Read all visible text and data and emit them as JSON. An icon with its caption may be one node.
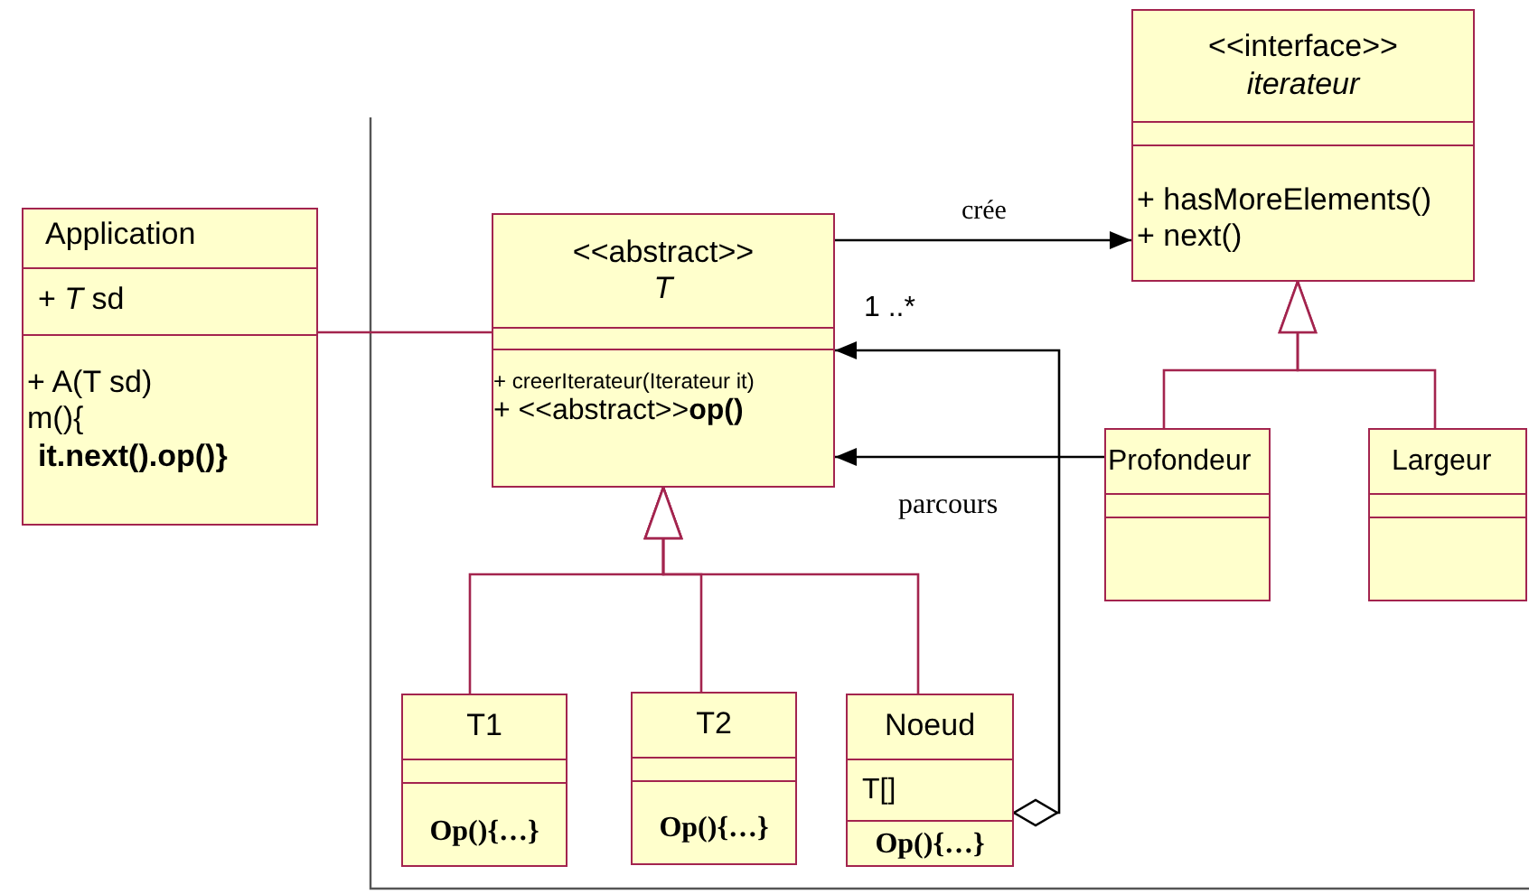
{
  "diagram": {
    "nodes": [
      {
        "text": [
          "Application",
          "+ *T*  sd",
          "+ A(T sd)",
          "m(){",
          "it.next().op()}"
        ]
      },
      {
        "text": [
          "<<abstract>>",
          "T",
          "+ creerIterateur(Iterateur it)",
          "+ <<abstract>>**op()**"
        ]
      },
      {
        "text": [
          "<<interface>>",
          "iterateur",
          "+ hasMoreElements()",
          "+ next()"
        ]
      },
      {
        "text": [
          "Profondeur"
        ]
      },
      {
        "text": [
          "Largeur"
        ]
      },
      {
        "text": [
          "T1",
          "Op(){…}"
        ]
      },
      {
        "text": [
          "T2",
          "Op(){…}"
        ]
      },
      {
        "text": [
          "Noeud",
          "T[]",
          "Op(){…}"
        ]
      }
    ],
    "edges": [
      {
        "from": 0,
        "to": 1,
        "arrow": "none"
      },
      {
        "from": 1,
        "to": 2,
        "arrow": "to",
        "label": "crée",
        "color": "#000000"
      },
      {
        "from": 3,
        "to": 1,
        "arrow": "to",
        "label": "parcours",
        "color": "#000000"
      },
      {
        "from": 7,
        "to": 1,
        "arrow": "to",
        "label": "1 ..*",
        "color": "#000000"
      },
      {
        "from": 5,
        "to": 1,
        "arrow": "to"
      },
      {
        "from": 6,
        "to": 1,
        "arrow": "to"
      },
      {
        "from": 7,
        "to": 1,
        "arrow": "to"
      },
      {
        "from": 3,
        "to": 2,
        "arrow": "to"
      },
      {
        "from": 4,
        "to": 2,
        "arrow": "to"
      }
    ]
  }
}
